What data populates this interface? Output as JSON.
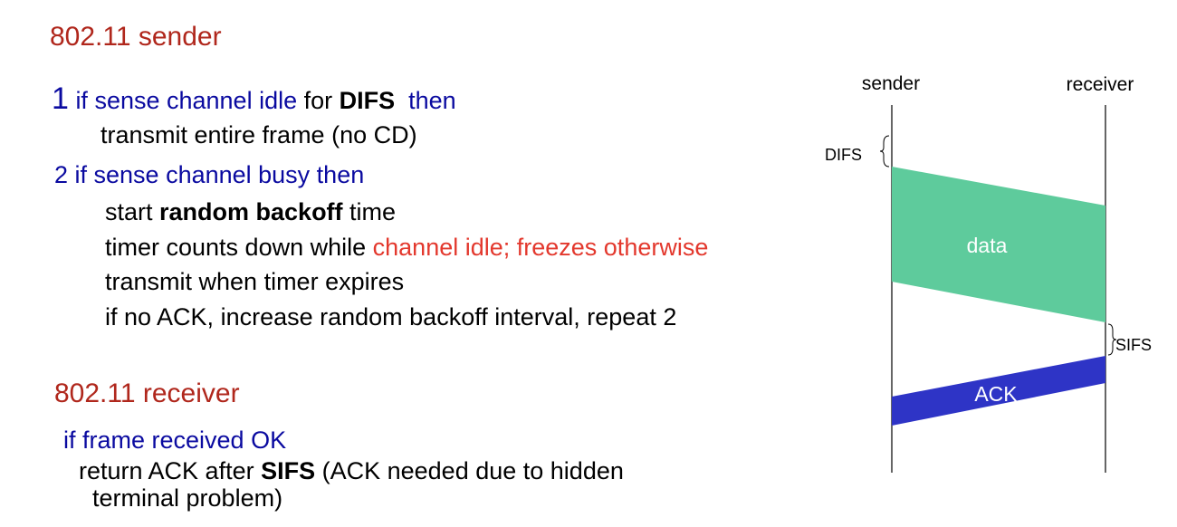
{
  "colors": {
    "heading": "#b0271c",
    "keyword_blue": "#0a0aa0",
    "highlight_red": "#e3382d",
    "data_frame": "#5ecb9c",
    "ack_frame": "#2e34c6"
  },
  "sender_section": {
    "title": "802.11 sender",
    "step1": {
      "num": "1",
      "cond_a": "if sense channel idle",
      "cond_b": " for ",
      "cond_c": "DIFS",
      "cond_d": "  then",
      "action": "transmit entire frame (no CD)"
    },
    "step2": {
      "cond": "2 if sense channel busy then",
      "line1_a": "start ",
      "line1_b": "random backoff",
      "line1_c": " time",
      "line2_a": "timer counts down while ",
      "line2_b": "channel idle; freezes otherwise",
      "line3": "transmit when timer expires",
      "line4": "if no ACK, increase random backoff interval, repeat 2"
    }
  },
  "receiver_section": {
    "title": "802.11 receiver",
    "cond": "if frame received OK",
    "line1_a": "return ACK after ",
    "line1_b": "SIFS",
    "line1_c": " (ACK needed due to hidden",
    "line2": "terminal problem)"
  },
  "diagram": {
    "sender_label": "sender",
    "receiver_label": "receiver",
    "difs_label": "DIFS",
    "sifs_label": "SIFS",
    "data_label": "data",
    "ack_label": "ACK"
  }
}
